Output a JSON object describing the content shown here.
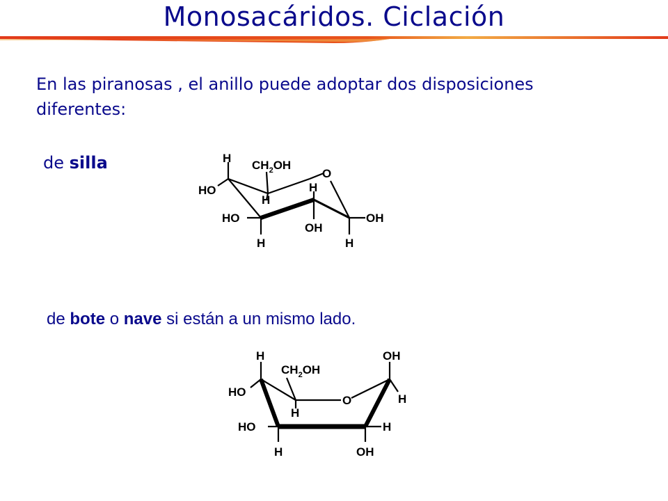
{
  "slide": {
    "title": "Monosacáridos. Ciclación",
    "intro_line1": "En las piranosas , el anillo puede adoptar dos disposiciones",
    "intro_line2": "diferentes:",
    "silla": {
      "prefix": "de ",
      "bold": "silla"
    },
    "bote": {
      "prefix": "de ",
      "bold1": "bote",
      "mid": " o ",
      "bold2": "nave",
      "suffix": " si están a un mismo lado."
    }
  },
  "chair_structure": {
    "labels": [
      "H",
      "CH",
      "2",
      "OH",
      "O",
      "HO",
      "H",
      "H",
      "HO",
      "OH",
      "OH",
      "H",
      "H"
    ]
  },
  "boat_structure": {
    "labels": [
      "H",
      "CH",
      "2",
      "OH",
      "OH",
      "HO",
      "O",
      "H",
      "H",
      "HO",
      "H",
      "H",
      "OH"
    ]
  },
  "colors": {
    "text": "#0a0a8c",
    "title_bar_red": "#e23a1a",
    "title_bar_orange": "#f0a030"
  }
}
